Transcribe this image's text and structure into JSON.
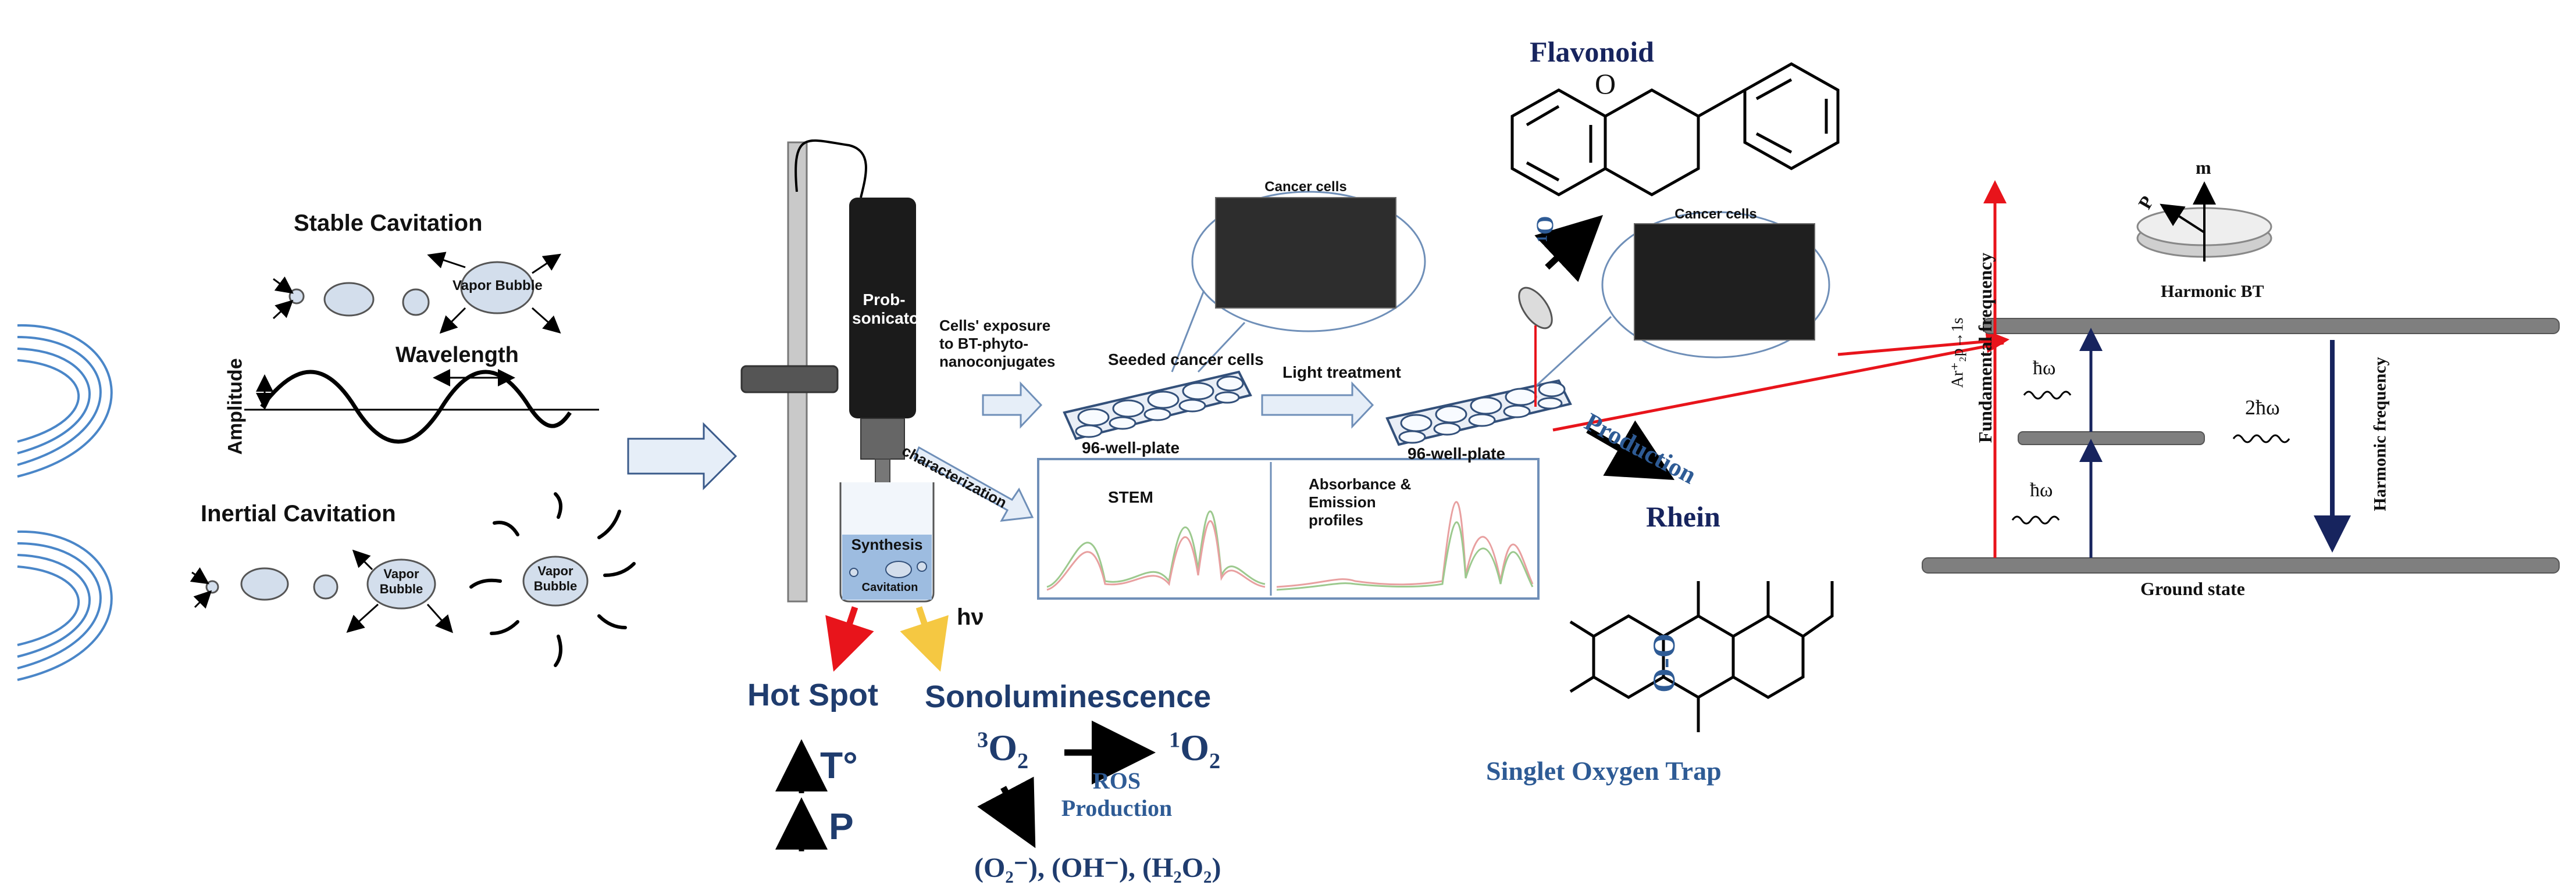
{
  "cavitation": {
    "stable_title": "Stable Cavitation",
    "inertial_title": "Inertial Cavitation",
    "vapor_bubble": "Vapor Bubble",
    "vapor_bubble_2": "Vapor Bubble",
    "vapor_bubble_3": "Vapor Bubble",
    "wavelength": "Wavelength",
    "amplitude": "Amplitude"
  },
  "apparatus": {
    "sonicator": "Prob-sonicator",
    "synthesis": "Synthesis",
    "cavitation": "Cavitation",
    "hv": "hν",
    "characterization": "characterization"
  },
  "outcomes": {
    "hot_spot": "Hot Spot",
    "temp": "T°",
    "pressure": "P",
    "sonoluminescence": "Sonoluminescence",
    "ros_production": "ROS Production",
    "ros_species": "(O₂⁻), (OH⁻), (H₂O₂)"
  },
  "cells": {
    "exposure": "Cells' exposure to BT-phyto-nanoconjugates",
    "cancer_cells": "Cancer cells",
    "cancer_cells_2": "Cancer cells",
    "seeded": "Seeded cancer cells",
    "plate": "96-well-plate",
    "plate_2": "96-well-plate",
    "light_treatment": "Light treatment",
    "stem": "STEM",
    "absorbance": "Absorbance & Emission profiles"
  },
  "chemistry": {
    "flavonoid": "Flavonoid",
    "rhein": "Rhein",
    "production": "Production",
    "singlet_trap": "Singlet Oxygen Trap",
    "o_o": "O-O",
    "singlet_o": "¹O"
  },
  "harmonic": {
    "harmonic_bt": "Harmonic BT",
    "m": "m",
    "p": "P",
    "fundamental": "Fundamental frequency",
    "harmonic_freq": "Harmonic frequency",
    "hw": "ħω",
    "hw_2": "ħω",
    "two_hw": "2ħω",
    "ground": "Ground state",
    "transition": "Ar⁺₂p→1s"
  },
  "colors": {
    "red": "#e8141b",
    "navy": "#17245e",
    "blue_text": "#1f3c6e",
    "light_blue": "#2e5b95",
    "yellow": "#f5c842",
    "bubble_fill": "#d3deec",
    "arrow_fill": "#e6eef8"
  }
}
